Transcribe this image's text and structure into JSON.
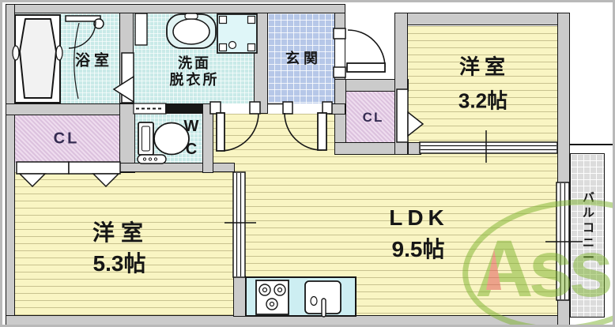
{
  "plan": {
    "rooms": {
      "bathroom": {
        "label": "浴室"
      },
      "washroom": {
        "line1": "洗面",
        "line2": "脱衣所"
      },
      "toilet": {
        "line1": "W",
        "line2": "C"
      },
      "entrance": {
        "label": "玄関"
      },
      "closet_left": {
        "label": "CL"
      },
      "closet_right": {
        "label": "CL"
      },
      "bedroom_small": {
        "name": "洋室",
        "size": "3.2帖"
      },
      "bedroom_large": {
        "name": "洋室",
        "size": "5.3帖"
      },
      "ldk": {
        "name": "LDK",
        "size": "9.5帖"
      },
      "balcony": {
        "label": "バルコニー"
      }
    },
    "watermark": {
      "text": "Assist"
    },
    "colors": {
      "wall_gray": "#cbcbcb",
      "water_room": "#c9eae8",
      "entrance_tile": "#b6c7e8",
      "room_floor": "#f9f5c3",
      "closet": "#eedcee",
      "balcony_deck": "#dcdcdc",
      "logo_green": "#7db32e",
      "logo_red": "#e05252"
    }
  }
}
